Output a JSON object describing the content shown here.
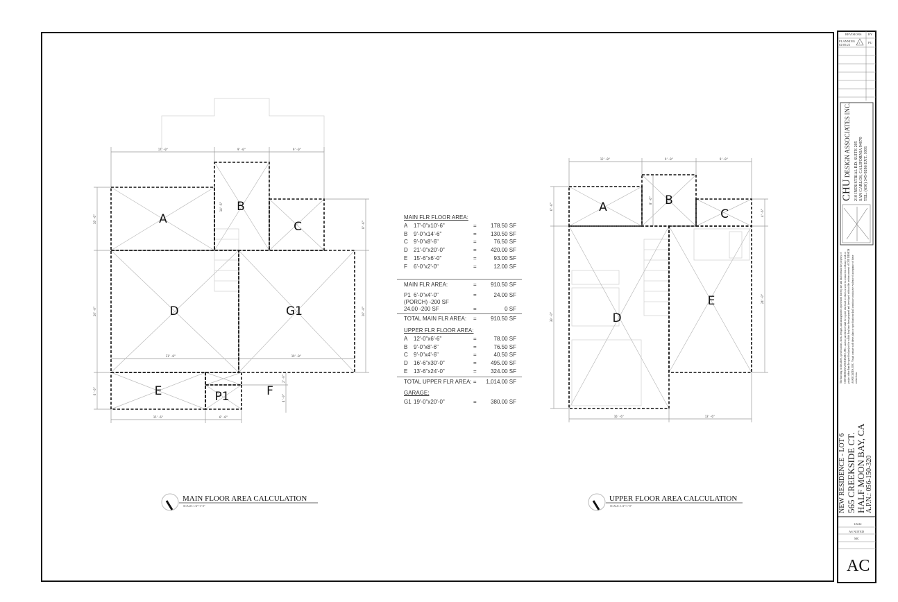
{
  "main_plan": {
    "rooms": {
      "A": "A",
      "B": "B",
      "C": "C",
      "D": "D",
      "G1": "G1",
      "E": "E",
      "P1": "P1",
      "F": "F"
    },
    "dims": {
      "top1": "17'-0\"",
      "top2": "9'-0\"",
      "top3": "9'-0\"",
      "left1": "10'-6\"",
      "left2": "20'-0\"",
      "left3": "6'-0\"",
      "right1": "8'-6\"",
      "right2": "20'-0\"",
      "bottom1": "15'-6\"",
      "bottom2": "6'-0\"",
      "inner1": "21'-0\"",
      "inner2": "19'-0\"",
      "f1": "2'-0\"",
      "f2": "4'-0\"",
      "b": "14'-6\""
    },
    "title": "MAIN FLOOR AREA CALCULATION",
    "scale": "SCALE: 1/4\"=1'-0\""
  },
  "upper_plan": {
    "rooms": {
      "A": "A",
      "B": "B",
      "C": "C",
      "D": "D",
      "E": "E"
    },
    "dims": {
      "top1": "12'-0\"",
      "top2": "9'-0\"",
      "top3": "9'-0\"",
      "left1": "6'-6\"",
      "left2": "30'-0\"",
      "b": "8'-6\"",
      "right1": "4'-6\"",
      "right2": "24'-0\"",
      "bottom1": "16'-6\"",
      "bottom2": "13'-6\""
    },
    "title": "UPPER FLOOR AREA CALCULATION",
    "scale": "SCALE: 1/4\"=1'-0\""
  },
  "area_table": {
    "main_heading": "MAIN FLR FLOOR AREA:",
    "main_rows": [
      {
        "id": "A",
        "dims": "17'-0\"x10'-6\"",
        "eq": "=",
        "area": "178.50 SF"
      },
      {
        "id": "B",
        "dims": "9'-0\"x14'-6\"",
        "eq": "=",
        "area": "130.50 SF"
      },
      {
        "id": "C",
        "dims": "9'-0\"x8'-6\"",
        "eq": "=",
        "area": "76.50 SF"
      },
      {
        "id": "D",
        "dims": "21'-0\"x20'-0\"",
        "eq": "=",
        "area": "420.00 SF"
      },
      {
        "id": "E",
        "dims": "15'-6\"x6'-0\"",
        "eq": "=",
        "area": "93.00 SF"
      },
      {
        "id": "F",
        "dims": "6'-0\"x2'-0\"",
        "eq": "=",
        "area": "12.00 SF"
      }
    ],
    "main_area_label": "MAIN FLR AREA:",
    "main_area_eq": "=",
    "main_area_value": "910.50 SF",
    "porch_id": "P1",
    "porch_dims": "6'-0\"x4'-0\"",
    "porch_eq": "=",
    "porch_area": "24.00 SF",
    "porch_note": "(PORCH) -200 SF",
    "porch_calc": "24.00 -200 SF",
    "porch_calc_eq": "=",
    "porch_calc_value": "0 SF",
    "total_main_label": "TOTAL MAIN FLR AREA:",
    "total_main_eq": "=",
    "total_main_value": "910.50 SF",
    "upper_heading": "UPPER FLR FLOOR AREA:",
    "upper_rows": [
      {
        "id": "A",
        "dims": "12'-0\"x6'-6\"",
        "eq": "=",
        "area": "78.00 SF"
      },
      {
        "id": "B",
        "dims": "9'-0\"x8'-6\"",
        "eq": "=",
        "area": "76.50 SF"
      },
      {
        "id": "C",
        "dims": "9'-0\"x4'-6\"",
        "eq": "=",
        "area": "40.50 SF"
      },
      {
        "id": "D",
        "dims": "16'-6\"x30'-0\"",
        "eq": "=",
        "area": "495.00 SF"
      },
      {
        "id": "E",
        "dims": "13'-6\"x24'-0\"",
        "eq": "=",
        "area": "324.00 SF"
      }
    ],
    "total_upper_label": "TOTAL UPPER FLR AREA: =",
    "total_upper_value": "1,014.00 SF",
    "garage_heading": "GARAGE:",
    "garage_id": "G1",
    "garage_dims": "19'-0\"x20'-0\"",
    "garage_eq": "=",
    "garage_area": "380.00 SF"
  },
  "title_block": {
    "revisions_label": "REVISIONS",
    "by_label": "BY",
    "revision_1": "PLANNING 02/05/23",
    "revision_1_by": "PU",
    "revision_mark": "1",
    "firm_name_big": "CHU",
    "firm_name_rest": "DESIGN ASSOCIATES INC.",
    "firm_address_1": "210 INDUSTRIAL RD. SUITE 205",
    "firm_address_2": "SAN CARLOS, CALIFORNIA 94070",
    "firm_phone": "TEL: (650) 345-9286  EXT. 1001",
    "disclaimer": "The drawing on this sheet, specifications, ideas, designs, and arrangements represented thereby are and shall remain the property of CHU DESIGN ASSOCIATES, INC., and no part thereof shall be copied, disclosed to others or used in connection with any work or project other than the specified project for which they have been prepared and developed without the written consent of CHU DESIGN ASSOCIATES, INC. Visual contact with these plans or specifications shall constitute conclusive evidence of acceptance of these restrictions.",
    "project_1": "NEW RESIDENCE - LOT 6",
    "project_2": "565 CREEKSIDE CT.",
    "project_3": "HALF MOON BAY, CA",
    "project_4": "A.P.N.: 056-150-320",
    "date": "1/6/22",
    "scale": "AS NOTED",
    "drawn": "MC",
    "sheet": "AC"
  }
}
